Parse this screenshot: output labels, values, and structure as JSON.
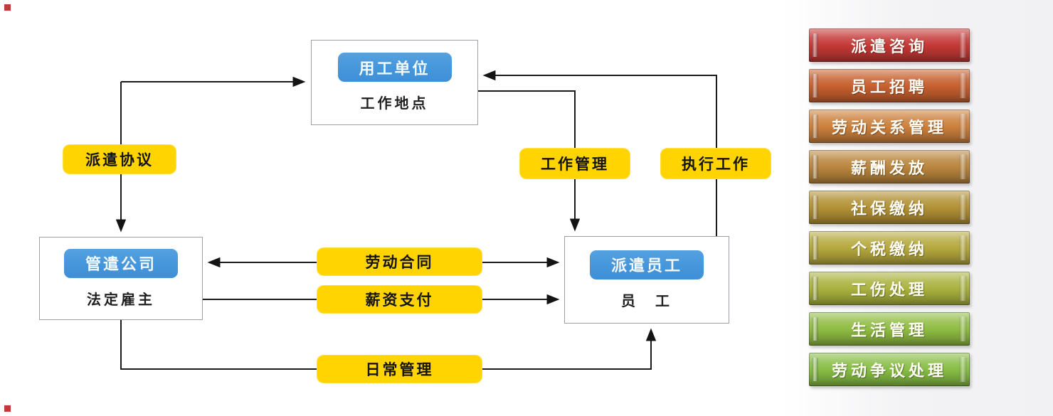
{
  "palette": {
    "node_button_blue": "#4596db",
    "edge_label_yellow": "#ffd400",
    "connector_black": "#1a1a1a",
    "node_border_gray": "#9aa0a6"
  },
  "diagram": {
    "nodes": [
      {
        "title": "用工单位",
        "subtitle": "工作地点"
      },
      {
        "title": "管遣公司",
        "subtitle": "法定雇主"
      },
      {
        "title": "派遣员工",
        "subtitle": "员　工"
      }
    ],
    "edge_labels": [
      {
        "label": "派遣协议"
      },
      {
        "label": "工作管理"
      },
      {
        "label": "执行工作"
      },
      {
        "label": "劳动合同"
      },
      {
        "label": "薪资支付"
      },
      {
        "label": "日常管理"
      }
    ]
  },
  "sidebar": {
    "items": [
      {
        "label": "派遣咨询",
        "color": "#c43836"
      },
      {
        "label": "员工招聘",
        "color": "#c7602f"
      },
      {
        "label": "劳动关系管理",
        "color": "#cc803c"
      },
      {
        "label": "薪酬发放",
        "color": "#b9853d"
      },
      {
        "label": "社保缴纳",
        "color": "#b29135"
      },
      {
        "label": "个税缴纳",
        "color": "#b5a83e"
      },
      {
        "label": "工伤处理",
        "color": "#a9b23e"
      },
      {
        "label": "生活管理",
        "color": "#8fbc42"
      },
      {
        "label": "劳动争议处理",
        "color": "#87bd45"
      }
    ]
  }
}
